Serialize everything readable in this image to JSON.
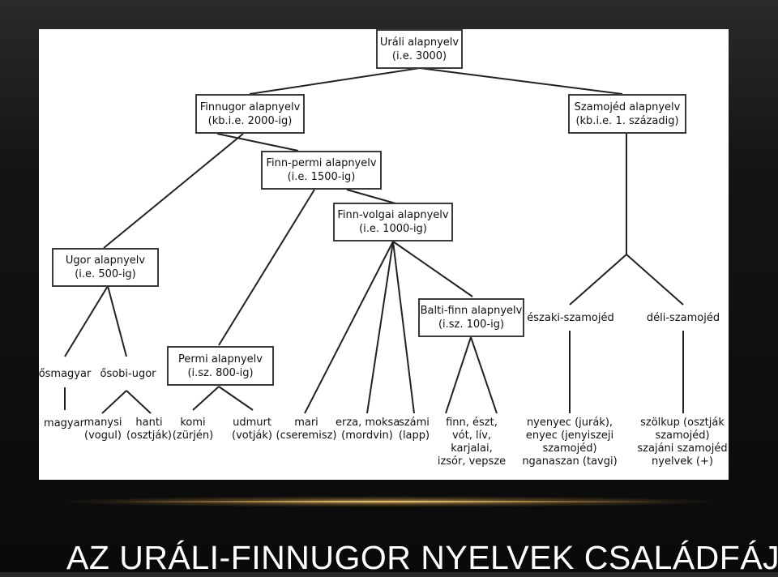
{
  "title": "AZ URÁLI-FINNUGOR NYELVEK CSALÁDFÁJA",
  "colors": {
    "background": "#141414",
    "panel": "#ffffff",
    "line": "#222222",
    "accent_glow": "#e0b870"
  },
  "nodes": {
    "urali": [
      "Uráli alapnyelv",
      "(i.e. 3000)"
    ],
    "finnugor": [
      "Finnugor alapnyelv",
      "(kb.i.e. 2000-ig)"
    ],
    "szamojed": [
      "Szamojéd alapnyelv",
      "(kb.i.e. 1. századig)"
    ],
    "finnpermi": [
      "Finn-permi alapnyelv",
      "(i.e. 1500-ig)"
    ],
    "finnvolgai": [
      "Finn-volgai alapnyelv",
      "(i.e. 1000-ig)"
    ],
    "ugor": [
      "Ugor alapnyelv",
      "(i.e. 500-ig)"
    ],
    "baltifinn": [
      "Balti-finn alapnyelv",
      "(i.sz. 100-ig)"
    ],
    "permi": [
      "Permi alapnyelv",
      "(i.sz. 800-ig)"
    ]
  },
  "labels": {
    "eszaki": "északi-szamojéd",
    "deli": "déli-szamojéd",
    "osmagyar": "ősmagyar",
    "osobiugor": "ősobi-ugor"
  },
  "leaves": {
    "magyar": "magyar",
    "manysi": [
      "manysi",
      "(vogul)"
    ],
    "hanti": [
      "hanti",
      "(osztják)"
    ],
    "komi": [
      "komi",
      "(zürjén)"
    ],
    "udmurt": [
      "udmurt",
      "(votják)"
    ],
    "mari": [
      "mari",
      "(cseremisz)"
    ],
    "erza": [
      "erza, moksa",
      "(mordvin)"
    ],
    "szami": [
      "számi",
      "(lapp)"
    ],
    "finn": [
      "finn, észt,",
      "vót, lív,",
      "karjalai,",
      "izsór, vepsze"
    ],
    "nyenyec": [
      "nyenyec (jurák),",
      "enyec (jenyiszeji",
      "szamojéd)",
      "nganaszan (tavgi)"
    ],
    "szolkup": [
      "szölkup (osztják",
      "szamojéd)",
      "szajáni szamojéd",
      "nyelvek (+)"
    ]
  }
}
